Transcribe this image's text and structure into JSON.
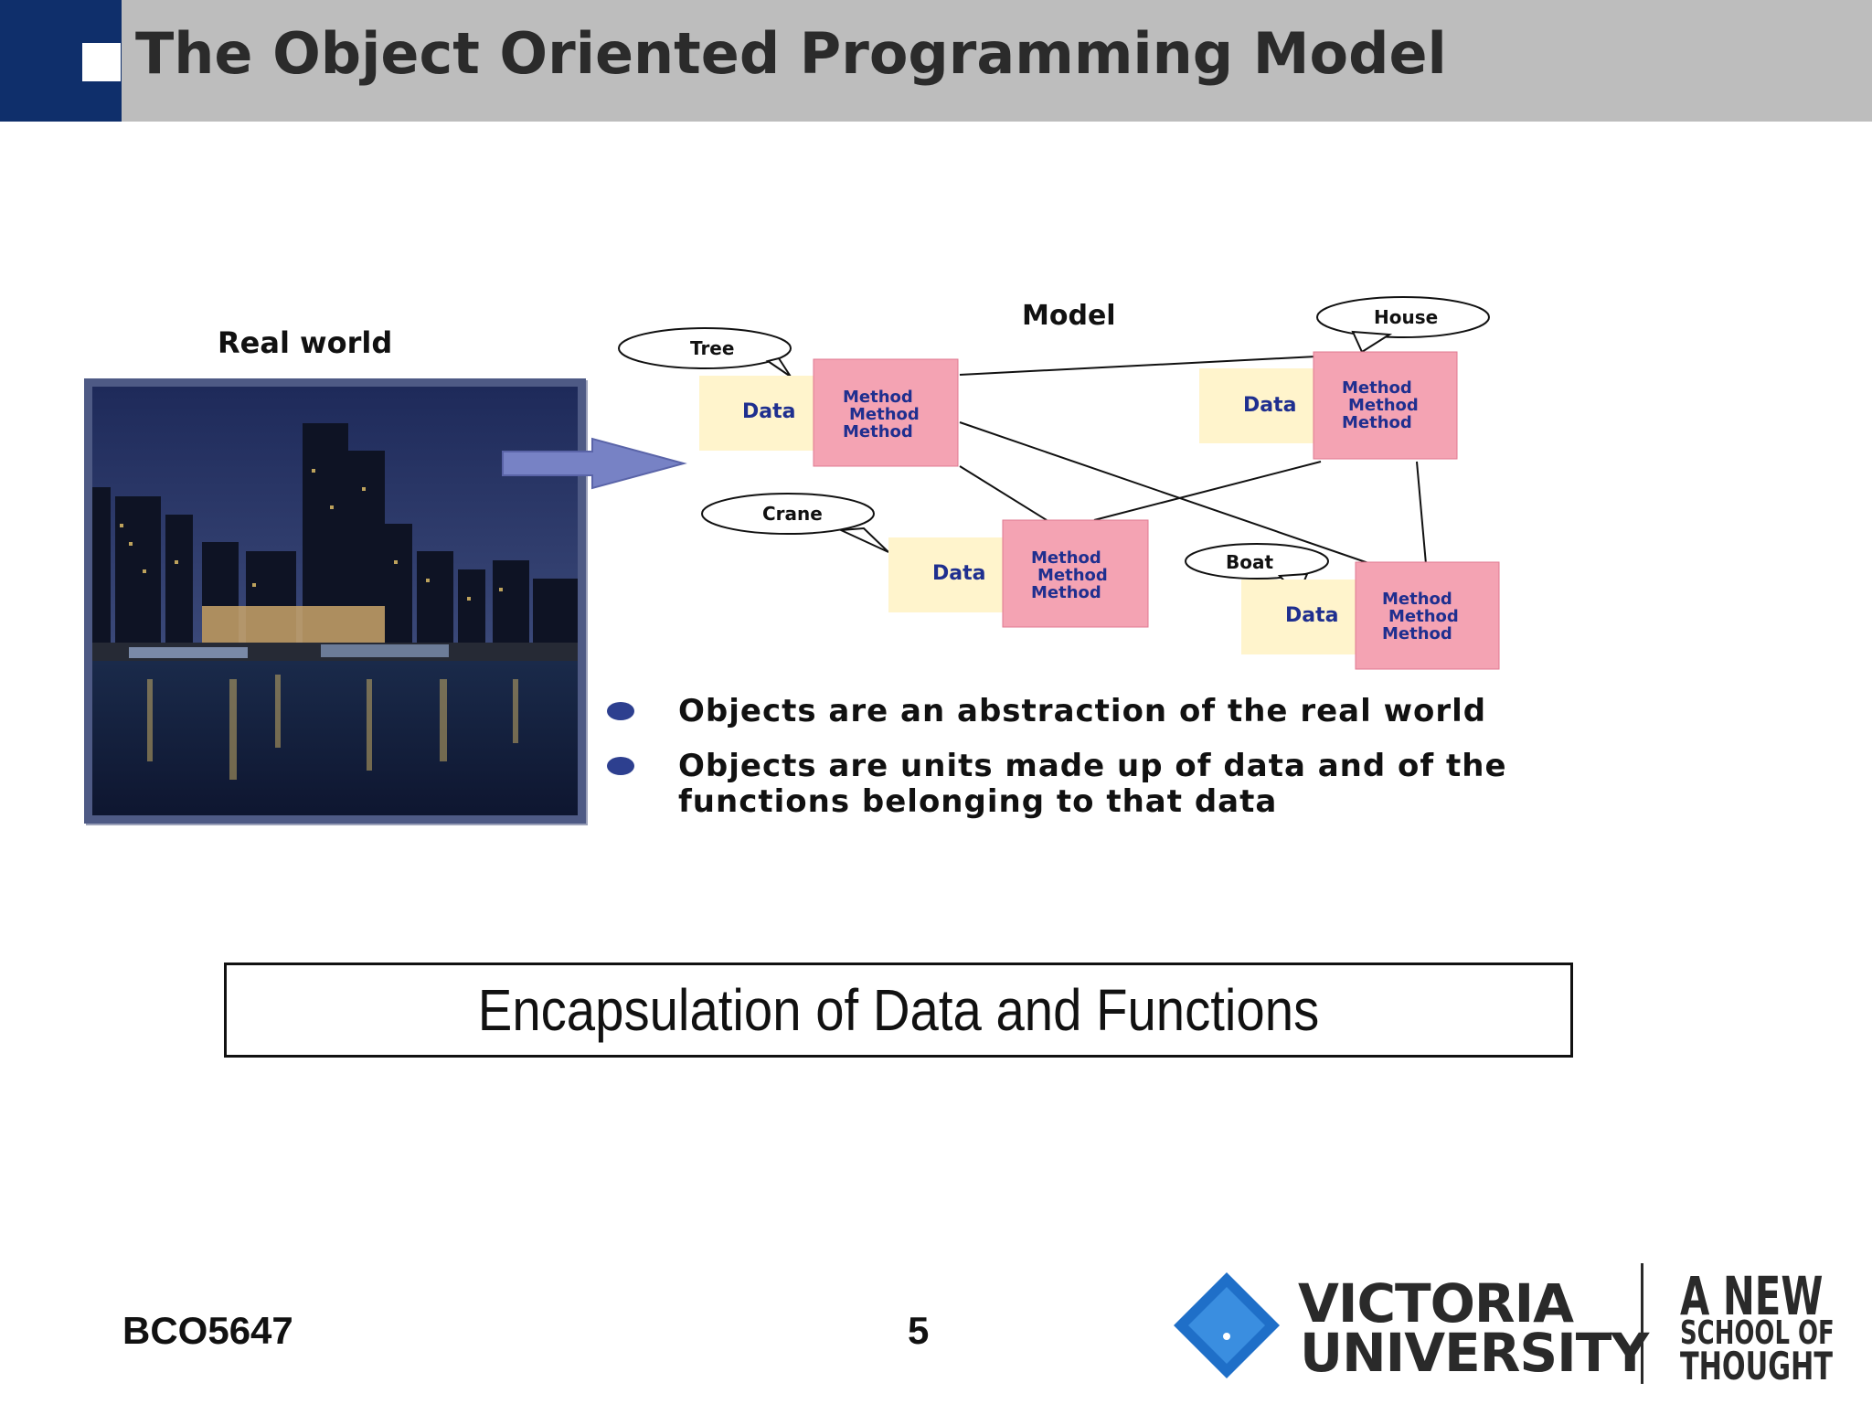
{
  "slide": {
    "title": "The Object Oriented Programming Model",
    "real_world_label": "Real world",
    "model_label": "Model",
    "objects": [
      {
        "name": "Tree",
        "data_label": "Data",
        "methods": [
          "Method",
          "Method",
          "Method"
        ]
      },
      {
        "name": "House",
        "data_label": "Data",
        "methods": [
          "Method",
          "Method",
          "Method"
        ]
      },
      {
        "name": "Crane",
        "data_label": "Data",
        "methods": [
          "Method",
          "Method",
          "Method"
        ]
      },
      {
        "name": "Boat",
        "data_label": "Data",
        "methods": [
          "Method",
          "Method",
          "Method"
        ]
      }
    ],
    "bullets": [
      {
        "lines": [
          "Objects are an abstraction of the real world"
        ]
      },
      {
        "lines": [
          "Objects are units made up of data and of the",
          "functions belonging to that data"
        ]
      }
    ],
    "caption": "Encapsulation of Data and Functions"
  },
  "footer": {
    "course_code": "BCO5647",
    "page_number": "5",
    "university_line1": "VICTORIA",
    "university_line2": "UNIVERSITY",
    "slogan_line1": "A NEW",
    "slogan_line2": "SCHOOL OF",
    "slogan_line3": "THOUGHT"
  },
  "colors": {
    "header_bar": "#bdbdbd",
    "header_accent": "#0f2f6b",
    "method_box": "#f4a3b3",
    "data_box": "#fff4cc",
    "diagram_text": "#1f2f8f",
    "bullet": "#2d3f8f",
    "logo_blue": "#1f6fc8"
  }
}
